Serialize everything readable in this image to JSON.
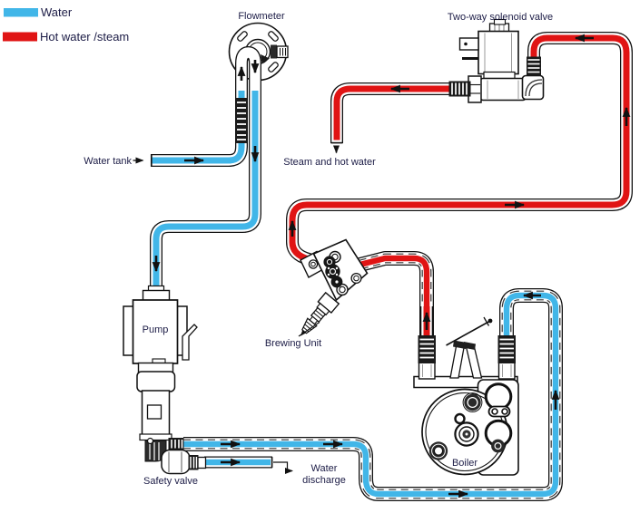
{
  "diagram": {
    "legend": {
      "items": [
        {
          "label": "Water",
          "color": "#41b6e8"
        },
        {
          "label": "Hot water /steam",
          "color": "#e01414"
        }
      ]
    },
    "labels": {
      "flowmeter": "Flowmeter",
      "solenoid_valve": "Two-way solenoid valve",
      "water_tank": "Water tank",
      "steam_outlet": "Steam and hot water",
      "pump": "Pump",
      "brewing_unit": "Brewing Unit",
      "boiler": "Boiler",
      "safety_valve": "Safety valve",
      "water_discharge_line1": "Water",
      "water_discharge_line2": "discharge"
    },
    "colors": {
      "water": "#41b6e8",
      "steam": "#e01414",
      "outline": "#111111",
      "braid_dash": "#333333",
      "text": "#1c1c46"
    }
  }
}
